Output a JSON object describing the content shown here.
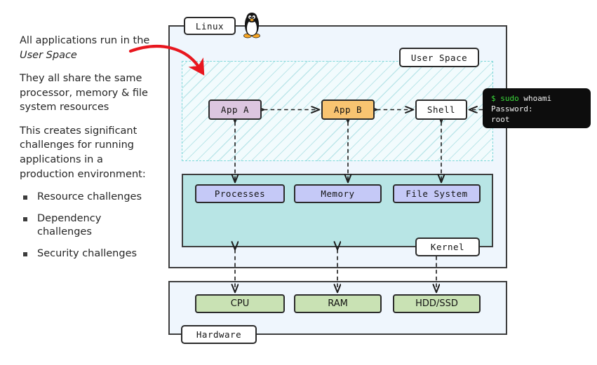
{
  "left_panel": {
    "paragraphs": [
      "All applications run in the ",
      "They all share the same processor, memory & file system resources",
      "This creates significant challenges for running applications in a production environment:"
    ],
    "emphasis": "User Space",
    "bullets": [
      "Resource challenges",
      "Dependency challenges",
      "Security challenges"
    ]
  },
  "diagram": {
    "labels": {
      "linux": "Linux",
      "user_space": "User Space",
      "kernel": "Kernel",
      "hardware": "Hardware"
    },
    "icons": {
      "tux": "tux-penguin-icon"
    },
    "user_space_nodes": [
      {
        "id": "app-a",
        "label": "App A",
        "color": "#dcc6e0"
      },
      {
        "id": "app-b",
        "label": "App B",
        "color": "#f8c471"
      },
      {
        "id": "shell",
        "label": "Shell",
        "color": "#ffffff"
      }
    ],
    "kernel_nodes": [
      {
        "id": "processes",
        "label": "Processes",
        "color": "#c5c9f7"
      },
      {
        "id": "memory",
        "label": "Memory",
        "color": "#c5c9f7"
      },
      {
        "id": "file-system",
        "label": "File System",
        "color": "#c5c9f7"
      }
    ],
    "hardware_nodes": [
      {
        "id": "cpu",
        "label": "CPU",
        "color": "#c9e2b4"
      },
      {
        "id": "ram",
        "label": "RAM",
        "color": "#c9e2b4"
      },
      {
        "id": "hdd-ssd",
        "label": "HDD/SSD",
        "color": "#c9e2b4"
      }
    ],
    "terminal": {
      "prompt": "$",
      "command_privileged": "sudo",
      "command": " whoami",
      "line2": "Password:",
      "line3": "root",
      "prompt_color": "#3bdb3b",
      "text_color": "#f2f2f2",
      "background": "#0d0d0d"
    },
    "colors": {
      "frame_fill": "#eff6fd",
      "frame_stroke": "#3d3d3d",
      "user_space_stroke": "#7fd8da",
      "kernel_fill": "#b8e5e5",
      "annotation_arrow": "#e8171f"
    }
  }
}
